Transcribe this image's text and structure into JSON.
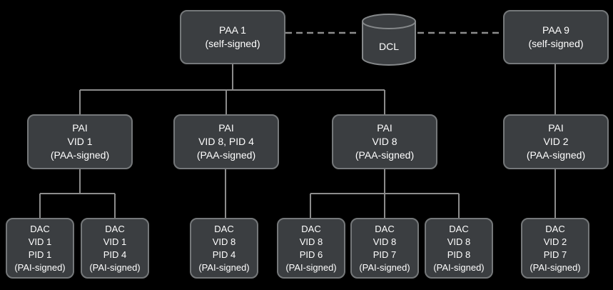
{
  "colors": {
    "background": "#000000",
    "node_fill": "#3b3e41",
    "node_border": "#75787a",
    "text": "#ffffff",
    "wire": "#8c8c8c"
  },
  "nodes": {
    "paa1": {
      "lines": [
        "PAA 1",
        "(self-signed)"
      ]
    },
    "dcl": {
      "label": "DCL"
    },
    "paa9": {
      "lines": [
        "PAA 9",
        "(self-signed)"
      ]
    },
    "pai_vid1": {
      "lines": [
        "PAI",
        "VID 1",
        "(PAA-signed)"
      ]
    },
    "pai_vid8_pid4": {
      "lines": [
        "PAI",
        "VID 8, PID 4",
        "(PAA-signed)"
      ]
    },
    "pai_vid8": {
      "lines": [
        "PAI",
        "VID 8",
        "(PAA-signed)"
      ]
    },
    "pai_vid2": {
      "lines": [
        "PAI",
        "VID 2",
        "(PAA-signed)"
      ]
    },
    "dac_v1p1": {
      "lines": [
        "DAC",
        "VID 1",
        "PID 1",
        "(PAI-signed)"
      ]
    },
    "dac_v1p4": {
      "lines": [
        "DAC",
        "VID 1",
        "PID 4",
        "(PAI-signed)"
      ]
    },
    "dac_v8p4": {
      "lines": [
        "DAC",
        "VID 8",
        "PID 4",
        "(PAI-signed)"
      ]
    },
    "dac_v8p6": {
      "lines": [
        "DAC",
        "VID 8",
        "PID 6",
        "(PAI-signed)"
      ]
    },
    "dac_v8p7": {
      "lines": [
        "DAC",
        "VID 8",
        "PID 7",
        "(PAI-signed)"
      ]
    },
    "dac_v8p8": {
      "lines": [
        "DAC",
        "VID 8",
        "PID 8",
        "(PAI-signed)"
      ]
    },
    "dac_v2p7": {
      "lines": [
        "DAC",
        "VID 2",
        "PID 7",
        "(PAI-signed)"
      ]
    }
  }
}
